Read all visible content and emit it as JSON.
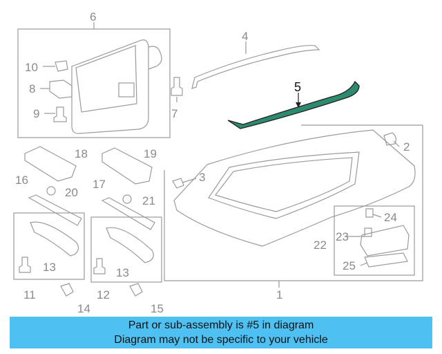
{
  "diagram": {
    "part_labels": [
      "1",
      "2",
      "3",
      "4",
      "5",
      "6",
      "7",
      "8",
      "9",
      "10",
      "11",
      "12",
      "13",
      "13",
      "14",
      "15",
      "16",
      "17",
      "18",
      "19",
      "20",
      "21",
      "22",
      "23",
      "24",
      "25"
    ],
    "highlight_label": "5",
    "highlight_color": "#2d8a6e"
  },
  "banner": {
    "line1": "Part or sub-assembly is #5 in diagram",
    "line2": "Diagram may not be specific to your vehicle",
    "background": "#4ec1f2"
  }
}
